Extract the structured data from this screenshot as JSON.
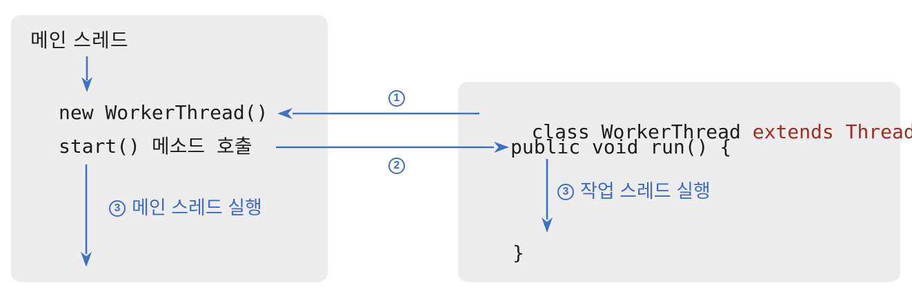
{
  "colors": {
    "arrow_blue": "#4070c4",
    "label_blue": "#3d6bc6",
    "keyword_red": "#a32a22",
    "code_black": "#1c1c1c",
    "box_bg": "#ededed",
    "page_bg": "#ffffff"
  },
  "left_box": {
    "title": "메인 스레드",
    "code_line_new": "new WorkerThread()",
    "code_line_start": "start() 메소드 호출",
    "step_label": {
      "number": "3",
      "text": "메인 스레드 실행"
    }
  },
  "right_box": {
    "class_line": {
      "code": "class WorkerThread ",
      "keyword": "extends Thread"
    },
    "run_line": "public void run() {",
    "closing_brace": "}",
    "step_label": {
      "number": "3",
      "text": "작업 스레드 실행"
    }
  },
  "arrows": {
    "create_call": {
      "number": "1"
    },
    "start_call": {
      "number": "2"
    }
  }
}
